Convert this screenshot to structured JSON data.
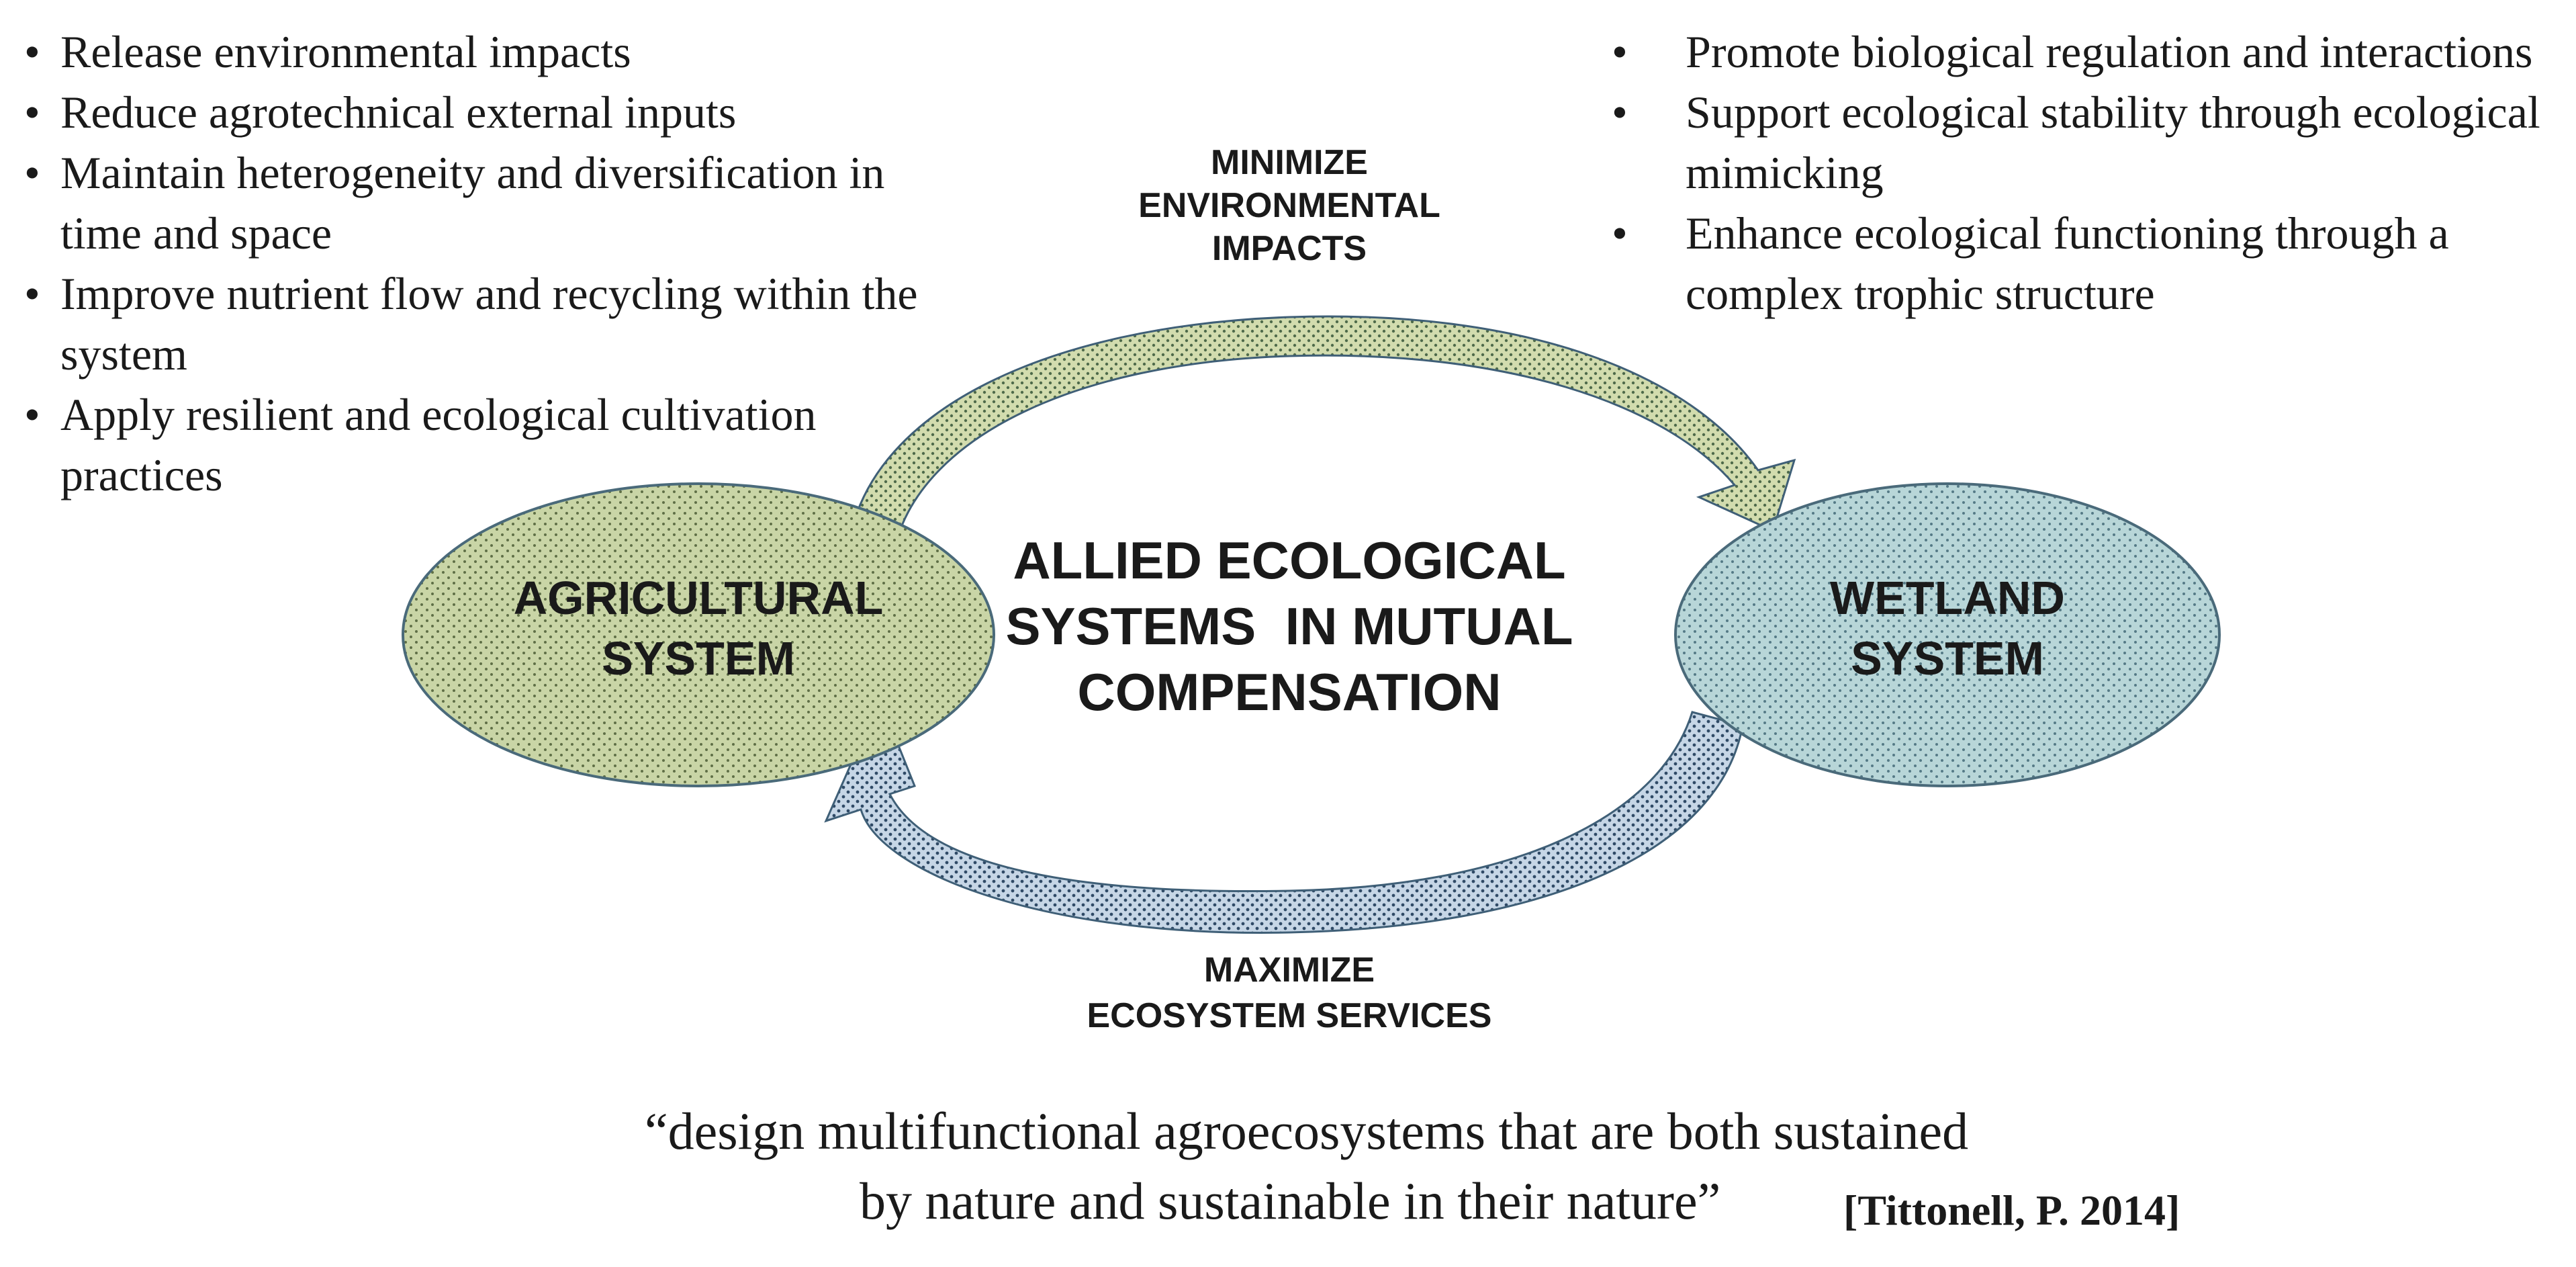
{
  "left_bullets": [
    "Release environmental impacts",
    "Reduce agrotechnical external inputs",
    "Maintain heterogeneity and diversification in time and space",
    "Improve nutrient flow and recycling within the system",
    "Apply resilient and ecological cultivation practices"
  ],
  "right_bullets": [
    "Promote biological regulation and interactions",
    "Support ecological stability through ecological mimicking",
    "Enhance ecological functioning through a complex trophic structure"
  ],
  "top_arrow_label": [
    "MINIMIZE",
    "ENVIRONMENTAL",
    "IMPACTS"
  ],
  "bottom_arrow_label": [
    "MAXIMIZE",
    "ECOSYSTEM SERVICES"
  ],
  "center_label": [
    "ALLIED ECOLOGICAL",
    "SYSTEMS  IN MUTUAL",
    "COMPENSATION"
  ],
  "agricultural_label": [
    "AGRICULTURAL",
    "SYSTEM"
  ],
  "wetland_label": [
    "WETLAND",
    "SYSTEM"
  ],
  "quote": {
    "line1": "“design multifunctional agroecosystems that are both sustained",
    "line2": "by nature and sustainable in their nature”"
  },
  "citation": "[Tittonell, P. 2014]",
  "colors": {
    "agricultural_fill": "#c9d5a6",
    "wetland_fill": "#b8d6d8",
    "ellipse_stroke": "#4a6a7a",
    "top_arrow_fill": "#c8d4a4",
    "bottom_arrow_fill": "#bccfe0"
  }
}
